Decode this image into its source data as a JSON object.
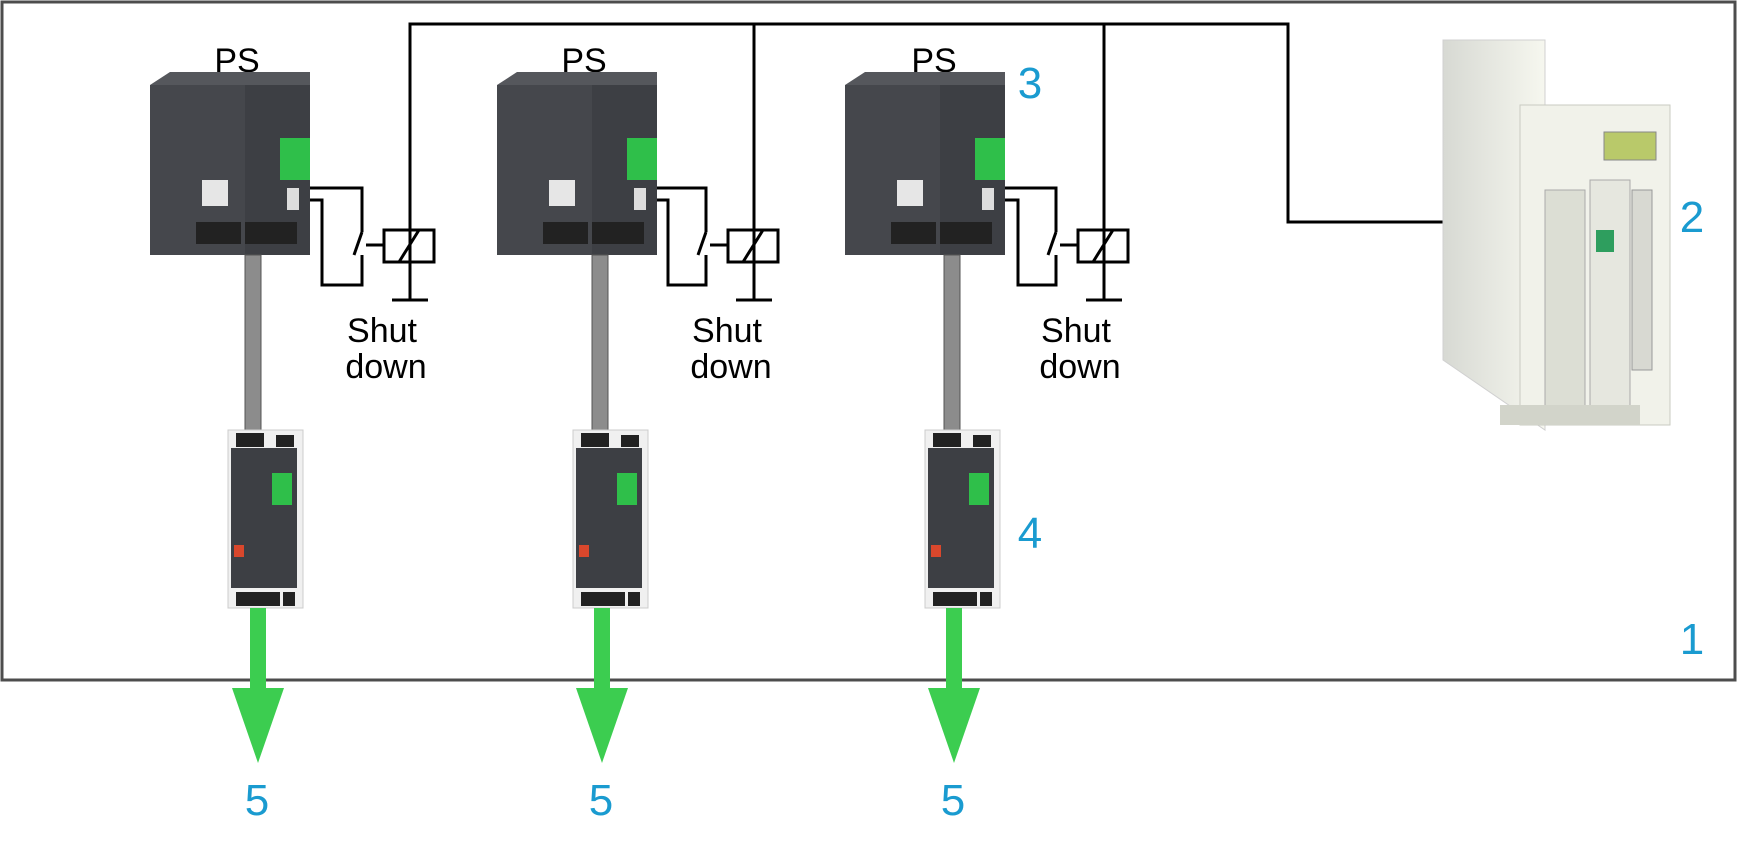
{
  "colors": {
    "frame": "#4d4d4d",
    "wire": "#000000",
    "callout": "#1a9bd0",
    "arrow": "#3ccd50",
    "ps_body": "#3d3f44",
    "ps_top": "#55575c",
    "terminal_green": "#2fbf4a",
    "controller_body": "#f1f2ea",
    "cable": "#8c8c8c"
  },
  "power_supplies": [
    {
      "label": "PS",
      "relay_label_line1": "Shut",
      "relay_label_line2": "down",
      "output_callout": "5"
    },
    {
      "label": "PS",
      "relay_label_line1": "Shut",
      "relay_label_line2": "down",
      "output_callout": "5"
    },
    {
      "label": "PS",
      "relay_label_line1": "Shut",
      "relay_label_line2": "down",
      "output_callout": "5"
    }
  ],
  "callouts": {
    "enclosure": "1",
    "controller": "2",
    "power_supply": "3",
    "module": "4"
  },
  "icons": {
    "ps_unit": "power-supply-icon",
    "module": "dc-ups-module-icon",
    "relay": "relay-coil-icon",
    "switch": "relay-contact-icon",
    "ground": "ground-icon",
    "controller": "plc-controller-icon",
    "output": "output-arrow-icon"
  }
}
